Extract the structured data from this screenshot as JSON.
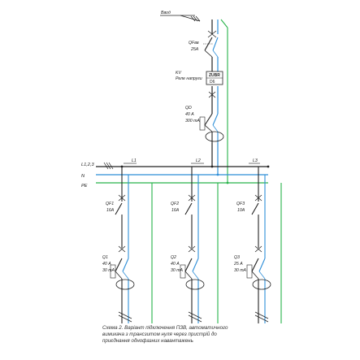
{
  "colors": {
    "phase": "#222222",
    "neutral": "#2f8fd8",
    "pe": "#27b34a",
    "relay_fill": "#ffffff"
  },
  "labels": {
    "input": "Ввод",
    "qf_main": [
      "QFвв",
      "25А"
    ],
    "kv": [
      "KV",
      "Реле напруги"
    ],
    "zubr": [
      "ZUBR",
      "D6"
    ],
    "qd": [
      "QD",
      "40 А",
      "300 mA"
    ],
    "bus": [
      "L1,2,3",
      "N",
      "PE"
    ],
    "phases": [
      "L1",
      "L2",
      "L3"
    ],
    "qf1": [
      "QF1",
      "16А"
    ],
    "qf2": [
      "QF2",
      "16А"
    ],
    "qf3": [
      "QF3",
      "10А"
    ],
    "q1": [
      "Q1",
      "40 А",
      "30 mA"
    ],
    "q2": [
      "Q2",
      "40 А",
      "30 mA"
    ],
    "q3": [
      "Q3",
      "25 А",
      "30 mA"
    ]
  },
  "caption": {
    "line1": "Схема 2. Варіант підключення ПЗВ, автоматичного",
    "line2": "вимикача з трансзитом нуля через пристрій до",
    "line3": "приєднання однофазних навантажень"
  }
}
